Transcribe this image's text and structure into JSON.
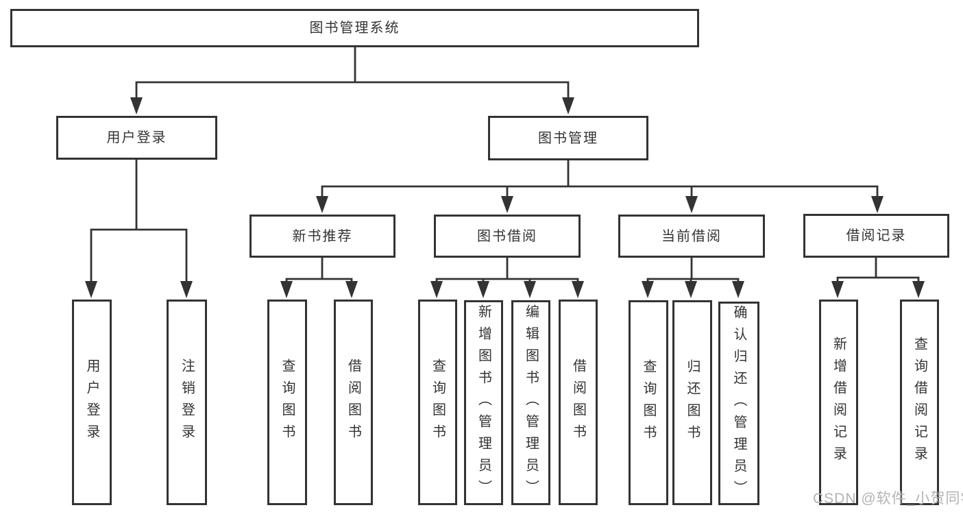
{
  "levels": {
    "root": {
      "label": "图书管理系统"
    },
    "modules": {
      "user_login": {
        "label": "用户登录",
        "children": {
          "login": {
            "label": "用户登录"
          },
          "logout": {
            "label": "注销登录"
          }
        }
      },
      "book_management": {
        "label": "图书管理",
        "children": {
          "new_book_recommend": {
            "label": "新书推荐",
            "children": {
              "query_book": {
                "label": "查询图书"
              },
              "borrow_book": {
                "label": "借阅图书"
              }
            }
          },
          "book_borrow": {
            "label": "图书借阅",
            "children": {
              "query_book": {
                "label": "查询图书"
              },
              "add_book_admin": {
                "label": "新增图书（管理员）"
              },
              "edit_book_admin": {
                "label": "编辑图书（管理员）"
              },
              "borrow_book": {
                "label": "借阅图书"
              }
            }
          },
          "current_borrow": {
            "label": "当前借阅",
            "children": {
              "query_book": {
                "label": "查询图书"
              },
              "return_book": {
                "label": "归还图书"
              },
              "confirm_return_admin": {
                "label": "确认归还（管理员）"
              }
            }
          },
          "borrow_records": {
            "label": "借阅记录",
            "children": {
              "add_record": {
                "label": "新增借阅记录"
              },
              "query_record": {
                "label": "查询借阅记录"
              }
            }
          }
        }
      }
    }
  },
  "watermark": {
    "text": "CSDN @软件_小贺同学"
  },
  "colors": {
    "line": "#333333",
    "text": "#333333",
    "box_background": "#ffffff",
    "watermark": "#b3b3b3",
    "page_background": "#ffffff"
  }
}
